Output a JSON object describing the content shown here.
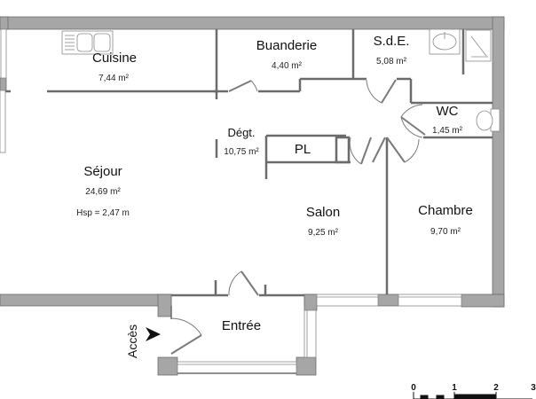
{
  "plan": {
    "colors": {
      "wall_fill": "#a6a6a6",
      "wall_stroke": "#6b6b6b",
      "line": "#7a7a7a",
      "background": "#ffffff",
      "text": "#111111"
    },
    "rooms": [
      {
        "id": "cuisine",
        "name": "Cuisine",
        "area": "7,44 m²"
      },
      {
        "id": "buanderie",
        "name": "Buanderie",
        "area": "4,40 m²"
      },
      {
        "id": "sde",
        "name": "S.d.E.",
        "area": "5,08 m²"
      },
      {
        "id": "wc",
        "name": "WC",
        "area": "1,45 m²"
      },
      {
        "id": "degt",
        "name": "Dégt.",
        "area": "10,75 m²"
      },
      {
        "id": "pl",
        "name": "PL"
      },
      {
        "id": "sejour",
        "name": "Séjour",
        "area": "24,69 m²",
        "height": "Hsp = 2,47 m"
      },
      {
        "id": "salon",
        "name": "Salon",
        "area": "9,25 m²"
      },
      {
        "id": "chambre",
        "name": "Chambre",
        "area": "9,70 m²"
      },
      {
        "id": "entree",
        "name": "Entrée"
      }
    ],
    "access": {
      "label": "Accès",
      "icon": "arrow-right-icon"
    },
    "scale_bar": {
      "ticks": [
        "0",
        "1",
        "2",
        "3"
      ],
      "unit": "m"
    }
  }
}
